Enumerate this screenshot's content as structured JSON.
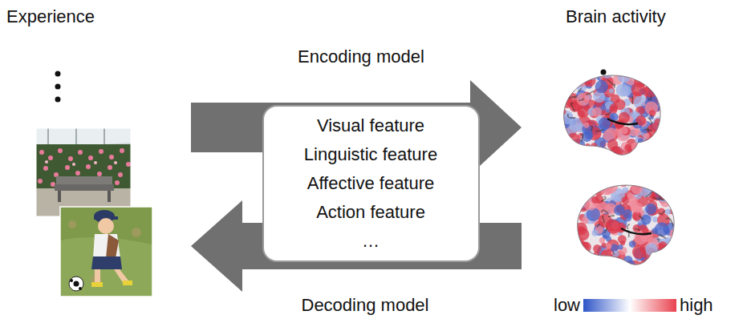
{
  "diagram": {
    "nodes": [
      {
        "text": [
          "Experience"
        ]
      },
      {
        "text": [
          "Visual feature",
          "Linguistic feature",
          "Affective feature",
          "Action feature",
          "…"
        ]
      },
      {
        "text": [
          "Brain activity"
        ]
      }
    ],
    "edges": [
      {
        "from": 0,
        "to": 2,
        "arrow": "to",
        "label": "Encoding model"
      },
      {
        "from": 2,
        "to": 0,
        "arrow": "to",
        "label": "Decoding model"
      }
    ],
    "legend": [
      {
        "text": "low",
        "color": "#2f55c8"
      },
      {
        "text": "high",
        "color": "#e8424e"
      }
    ]
  }
}
